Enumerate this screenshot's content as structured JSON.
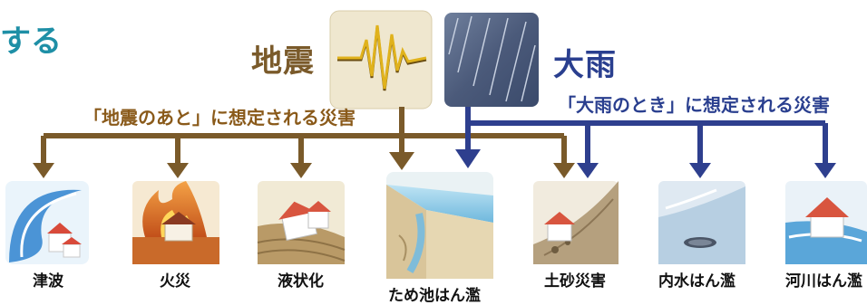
{
  "header": {
    "edge_text": "する"
  },
  "quake": {
    "title": "地震",
    "subtitle": "「地震のあと」に想定される災害",
    "icon": "seismograph-icon",
    "color": "#7a5a2a"
  },
  "rain": {
    "title": "大雨",
    "subtitle": "「大雨のとき」に想定される災害",
    "icon": "heavy-rain-icon",
    "color": "#2e3f8e"
  },
  "disasters": [
    {
      "label": "津波",
      "icon": "tsunami-icon"
    },
    {
      "label": "火災",
      "icon": "fire-icon"
    },
    {
      "label": "液状化",
      "icon": "liquefaction-icon"
    },
    {
      "label": "ため池はん濫",
      "icon": "reservoir-flood-icon"
    },
    {
      "label": "土砂災害",
      "icon": "landslide-icon"
    },
    {
      "label": "内水はん濫",
      "icon": "inland-flood-icon"
    },
    {
      "label": "河川はん濫",
      "icon": "river-flood-icon"
    }
  ]
}
